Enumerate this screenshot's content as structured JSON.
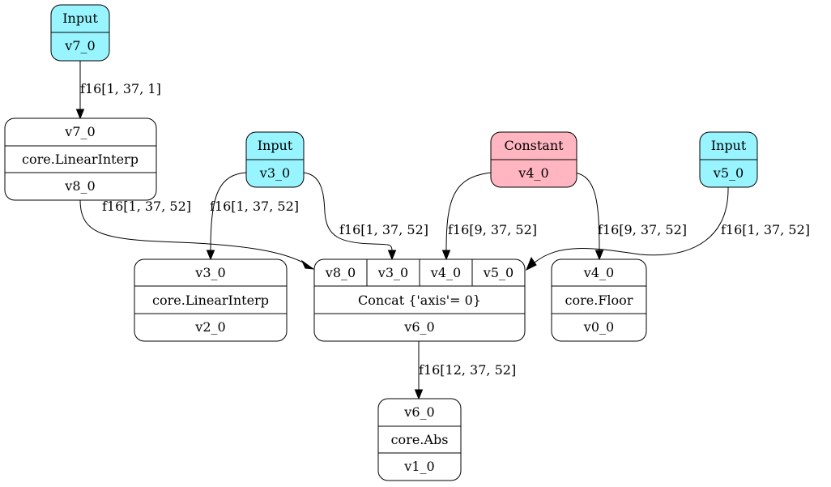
{
  "colors": {
    "input": "#98f5ff",
    "constant": "#ffb6c1",
    "op": "#ffffff",
    "stroke": "#000000"
  },
  "nodes": {
    "input_v7": {
      "rows": [
        "Input",
        "v7_0"
      ]
    },
    "input_v3": {
      "rows": [
        "Input",
        "v3_0"
      ]
    },
    "constant_v4": {
      "rows": [
        "Constant",
        "v4_0"
      ]
    },
    "input_v5": {
      "rows": [
        "Input",
        "v5_0"
      ]
    },
    "interp_v8": {
      "rows": [
        "v7_0",
        "core.LinearInterp",
        "v8_0"
      ]
    },
    "interp_v2": {
      "rows": [
        "v3_0",
        "core.LinearInterp",
        "v2_0"
      ]
    },
    "concat_v6": {
      "ports": [
        "v8_0",
        "v3_0",
        "v4_0",
        "v5_0"
      ],
      "rows": [
        "Concat {'axis'= 0}",
        "v6_0"
      ]
    },
    "floor_v0": {
      "rows": [
        "v4_0",
        "core.Floor",
        "v0_0"
      ]
    },
    "abs_v1": {
      "rows": [
        "v6_0",
        "core.Abs",
        "v1_0"
      ]
    }
  },
  "edges": {
    "e_v7_to_interp": "f16[1, 37, 1]",
    "e_v8_to_concat": "f16[1, 37, 52]",
    "e_v3_to_interp": "f16[1, 37, 52]",
    "e_v3_to_concat": "f16[1, 37, 52]",
    "e_v4_to_concat": "f16[9, 37, 52]",
    "e_v4_to_floor": "f16[9, 37, 52]",
    "e_v5_to_concat": "f16[1, 37, 52]",
    "e_v6_to_abs": "f16[12, 37, 52]"
  }
}
